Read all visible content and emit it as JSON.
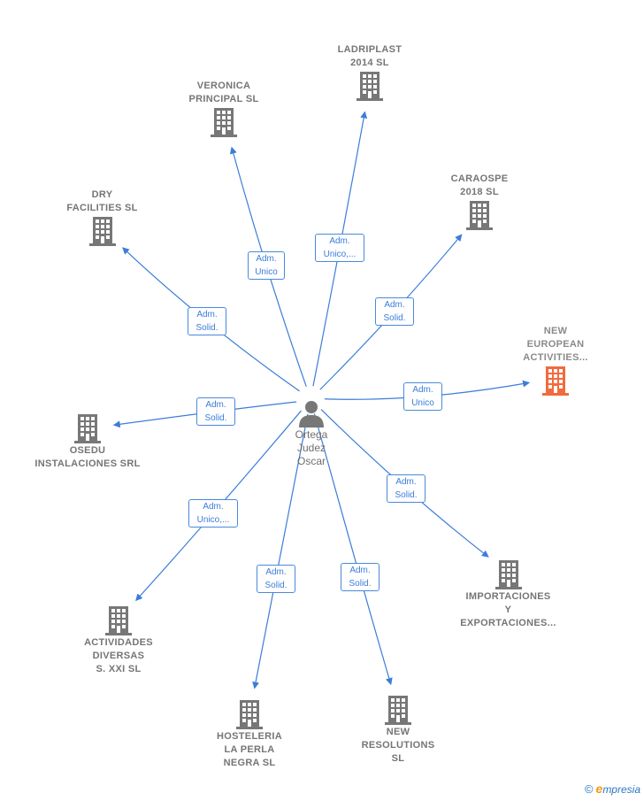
{
  "center": {
    "name_lines": [
      "Ortega",
      "Judez",
      "Oscar"
    ]
  },
  "companies": [
    {
      "id": "ladriplast",
      "lines": [
        "LADRIPLAST",
        "2014  SL"
      ],
      "highlight": false
    },
    {
      "id": "veronica",
      "lines": [
        "VERONICA",
        "PRINCIPAL  SL"
      ],
      "highlight": false
    },
    {
      "id": "caraospe",
      "lines": [
        "CARAOSPE",
        "2018  SL"
      ],
      "highlight": false
    },
    {
      "id": "dry",
      "lines": [
        "DRY",
        "FACILITIES  SL"
      ],
      "highlight": false
    },
    {
      "id": "new-european",
      "lines": [
        "NEW",
        "EUROPEAN",
        "ACTIVITIES..."
      ],
      "highlight": true
    },
    {
      "id": "osedu",
      "lines": [
        "OSEDU",
        "INSTALACIONES SRL"
      ],
      "highlight": false
    },
    {
      "id": "importaciones",
      "lines": [
        "IMPORTACIONES",
        "Y",
        "EXPORTACIONES..."
      ],
      "highlight": false
    },
    {
      "id": "actividades",
      "lines": [
        "ACTIVIDADES",
        "DIVERSAS",
        "S.  XXI  SL"
      ],
      "highlight": false
    },
    {
      "id": "hosteleria",
      "lines": [
        "HOSTELERIA",
        "LA PERLA",
        "NEGRA  SL"
      ],
      "highlight": false
    },
    {
      "id": "new-resolutions",
      "lines": [
        "NEW",
        "RESOLUTIONS",
        "SL"
      ],
      "highlight": false
    }
  ],
  "roles": [
    {
      "to": "ladriplast",
      "lines": [
        "Adm.",
        "Unico,..."
      ]
    },
    {
      "to": "veronica",
      "lines": [
        "Adm.",
        "Unico"
      ]
    },
    {
      "to": "caraospe",
      "lines": [
        "Adm.",
        "Solid."
      ]
    },
    {
      "to": "dry",
      "lines": [
        "Adm.",
        "Solid."
      ]
    },
    {
      "to": "new-european",
      "lines": [
        "Adm.",
        "Unico"
      ]
    },
    {
      "to": "osedu",
      "lines": [
        "Adm.",
        "Solid."
      ]
    },
    {
      "to": "importaciones",
      "lines": [
        "Adm.",
        "Solid."
      ]
    },
    {
      "to": "actividades",
      "lines": [
        "Adm.",
        "Unico,..."
      ]
    },
    {
      "to": "hosteleria",
      "lines": [
        "Adm.",
        "Solid."
      ]
    },
    {
      "to": "new-resolutions",
      "lines": [
        "Adm.",
        "Solid."
      ]
    }
  ],
  "colors": {
    "edge": "#3b7dd8",
    "building": "#777777",
    "building_highlight": "#f26a3d",
    "person": "#777777"
  },
  "footer": {
    "copyright": "©",
    "brand_initial": "e",
    "brand_rest": "mpresia"
  }
}
